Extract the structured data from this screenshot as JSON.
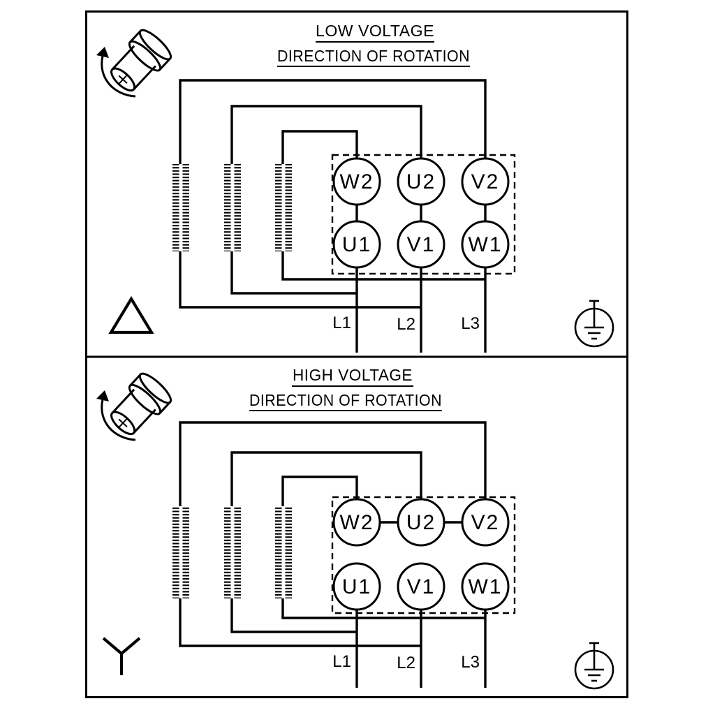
{
  "diagram": {
    "panels": [
      {
        "title": "LOW VOLTAGE",
        "subtitle": "DIRECTION OF ROTATION",
        "connection_type": "delta",
        "terminals_top": [
          "W2",
          "U2",
          "V2"
        ],
        "terminals_bottom": [
          "U1",
          "V1",
          "W1"
        ],
        "supply_lines": [
          "L1",
          "L2",
          "L3"
        ],
        "terminal_bridges": [
          [
            "W2",
            "U1"
          ],
          [
            "U2",
            "V1"
          ],
          [
            "V2",
            "W1"
          ]
        ],
        "winding_count": 3,
        "icons": [
          "rotation-direction-icon",
          "delta-connection-icon",
          "earth-ground-icon"
        ]
      },
      {
        "title": "HIGH VOLTAGE",
        "subtitle": "DIRECTION OF ROTATION",
        "connection_type": "star",
        "terminals_top": [
          "W2",
          "U2",
          "V2"
        ],
        "terminals_bottom": [
          "U1",
          "V1",
          "W1"
        ],
        "supply_lines": [
          "L1",
          "L2",
          "L3"
        ],
        "terminal_bridges": [
          [
            "W2",
            "U2"
          ],
          [
            "U2",
            "V2"
          ]
        ],
        "winding_count": 3,
        "icons": [
          "rotation-direction-icon",
          "star-connection-icon",
          "earth-ground-icon"
        ]
      }
    ],
    "colors": {
      "line": "#000000",
      "background": "#ffffff"
    }
  }
}
